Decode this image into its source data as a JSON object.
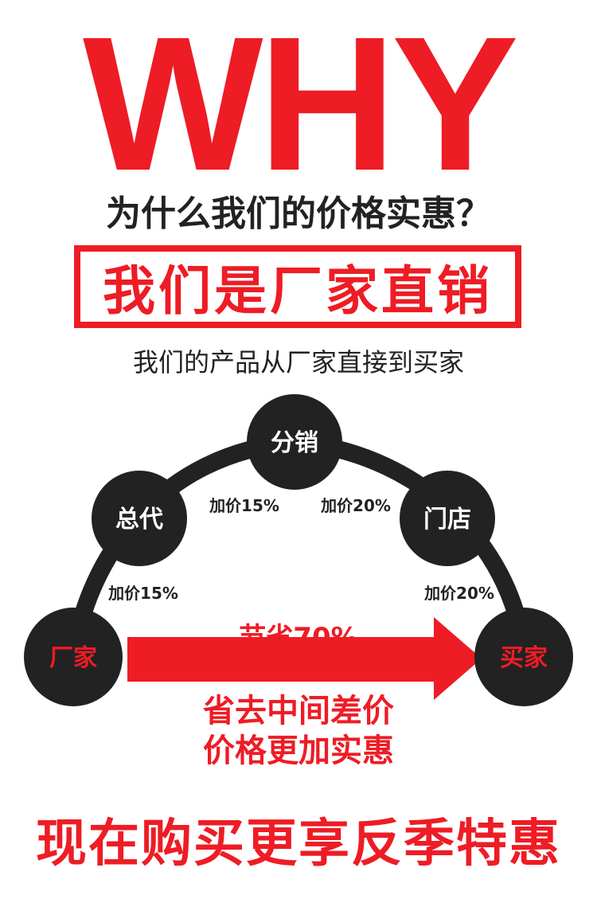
{
  "headline": "WHY",
  "question": "为什么我们的价格实惠？",
  "boxed_title": "我们是厂家直销",
  "subtitle": "我们的产品从厂家直接到买家",
  "diagram": {
    "nodes": {
      "factory": "厂家",
      "general_agent": "总代",
      "distribution": "分销",
      "store": "门店",
      "buyer": "买家"
    },
    "markups": {
      "factory_to_agent": "加价15%",
      "agent_to_distribution": "加价15%",
      "distribution_to_store": "加价20%",
      "store_to_buyer": "加价20%"
    },
    "saving": "节省70%"
  },
  "benefit": {
    "line1": "省去中间差价",
    "line2": "价格更加实惠"
  },
  "cta": "现在购买更享反季特惠",
  "colors": {
    "accent": "#ee1c25",
    "dark": "#222222"
  }
}
